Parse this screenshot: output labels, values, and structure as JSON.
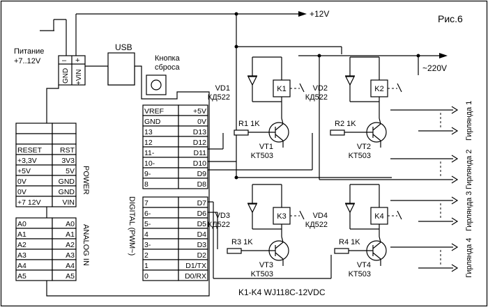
{
  "figure_label": "Рис.6",
  "supply_label": "+12V",
  "mains_label": "~220V",
  "power_input": {
    "label_line1": "Питание",
    "label_line2": "+7..12V",
    "minus": "–",
    "plus": "+",
    "gnd": "GND",
    "vin": "+VIN"
  },
  "usb_label": "USB",
  "reset_button": {
    "label_line1": "Кнопка",
    "label_line2": "сброса"
  },
  "power_header": {
    "title": "POWER",
    "rows": [
      {
        "left": "",
        "right": ""
      },
      {
        "left": "",
        "right": ""
      },
      {
        "left": "RESET",
        "right": "RST"
      },
      {
        "left": "+3,3V",
        "right": "3V3"
      },
      {
        "left": "+5V",
        "right": "5V"
      },
      {
        "left": "0V",
        "right": "GND"
      },
      {
        "left": "0V",
        "right": "GND"
      },
      {
        "left": "+7  12V",
        "right": "VIN"
      }
    ]
  },
  "analog_header": {
    "title": "ANALOG IN",
    "rows": [
      {
        "left": "A0",
        "right": "A0"
      },
      {
        "left": "A1",
        "right": "A1"
      },
      {
        "left": "A2",
        "right": "A2"
      },
      {
        "left": "A3",
        "right": "A3"
      },
      {
        "left": "A4",
        "right": "A4"
      },
      {
        "left": "A5",
        "right": "A5"
      }
    ]
  },
  "digital_title": "DIGITAL (PWM~)",
  "digital_top": [
    {
      "left": "VREF",
      "right": "+5V"
    },
    {
      "left": "GND",
      "right": "0V"
    },
    {
      "left": "13",
      "right": "D13"
    },
    {
      "left": "12",
      "right": "D12"
    },
    {
      "left": "11-",
      "right": "D11"
    },
    {
      "left": "10-",
      "right": "D10"
    },
    {
      "left": "9-",
      "right": "D9"
    },
    {
      "left": "8",
      "right": "D8"
    }
  ],
  "digital_bottom": [
    {
      "left": "7",
      "right": "D7"
    },
    {
      "left": "6-",
      "right": "D6"
    },
    {
      "left": "5-",
      "right": "D5"
    },
    {
      "left": "4",
      "right": "D4"
    },
    {
      "left": "3-",
      "right": "D3"
    },
    {
      "left": "2",
      "right": "D2"
    },
    {
      "left": "1",
      "right": "D1/TX"
    },
    {
      "left": "0",
      "right": "D0/RX"
    }
  ],
  "channels": [
    {
      "diode": "VD1",
      "diode_type": "КД522",
      "relay": "K1",
      "resistor": "R1 1K",
      "transistor": "VT1",
      "transistor_type": "KT503"
    },
    {
      "diode": "VD2",
      "diode_type": "КД522",
      "relay": "K2",
      "resistor": "R2 1K",
      "transistor": "VT2",
      "transistor_type": "KT503"
    },
    {
      "diode": "VD3",
      "diode_type": "КД522",
      "relay": "K3",
      "resistor": "R3 1K",
      "transistor": "VT3",
      "transistor_type": "KT503"
    },
    {
      "diode": "VD4",
      "diode_type": "КД522",
      "relay": "K4",
      "resistor": "R4 1K",
      "transistor": "VT4",
      "transistor_type": "KT503"
    }
  ],
  "relay_note": "K1-K4 WJ118C-12VDC",
  "garlands": [
    "Гирлянда 1",
    "Гирлянда 2",
    "Гирлянда 3",
    "Гирлянда 4"
  ]
}
